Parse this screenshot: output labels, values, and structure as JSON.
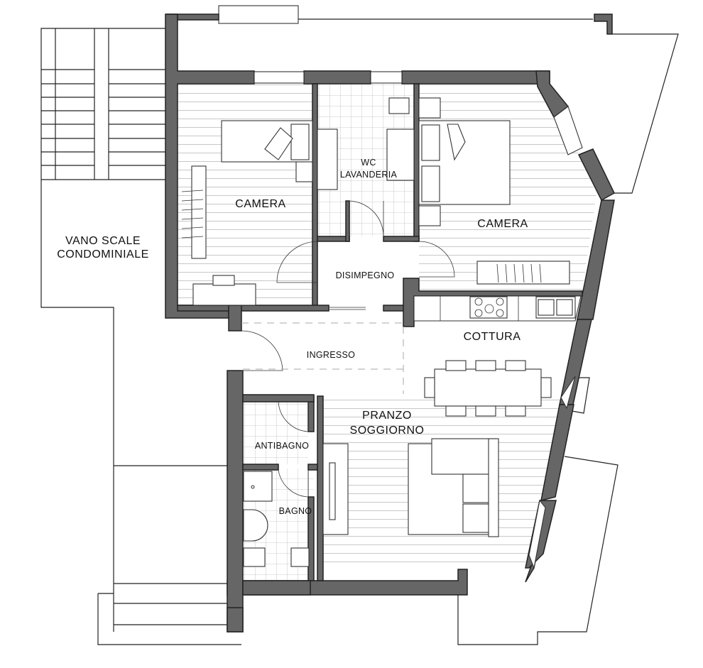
{
  "labels": {
    "stairs_line1": "VANO SCALE",
    "stairs_line2": "CONDOMINIALE",
    "camera_left": "CAMERA",
    "wc_line1": "WC",
    "wc_line2": "LAVANDERIA",
    "camera_right": "CAMERA",
    "disimpegno": "DISIMPEGNO",
    "cottura": "COTTURA",
    "ingresso": "INGRESSO",
    "pranzo_line1": "PRANZO",
    "pranzo_line2": "SOGGIORNO",
    "antibagno": "ANTIBAGNO",
    "bagno": "BAGNO"
  },
  "colors": {
    "wall": "#666666",
    "line": "#222222",
    "floor_pattern": "#c8c8c8"
  }
}
